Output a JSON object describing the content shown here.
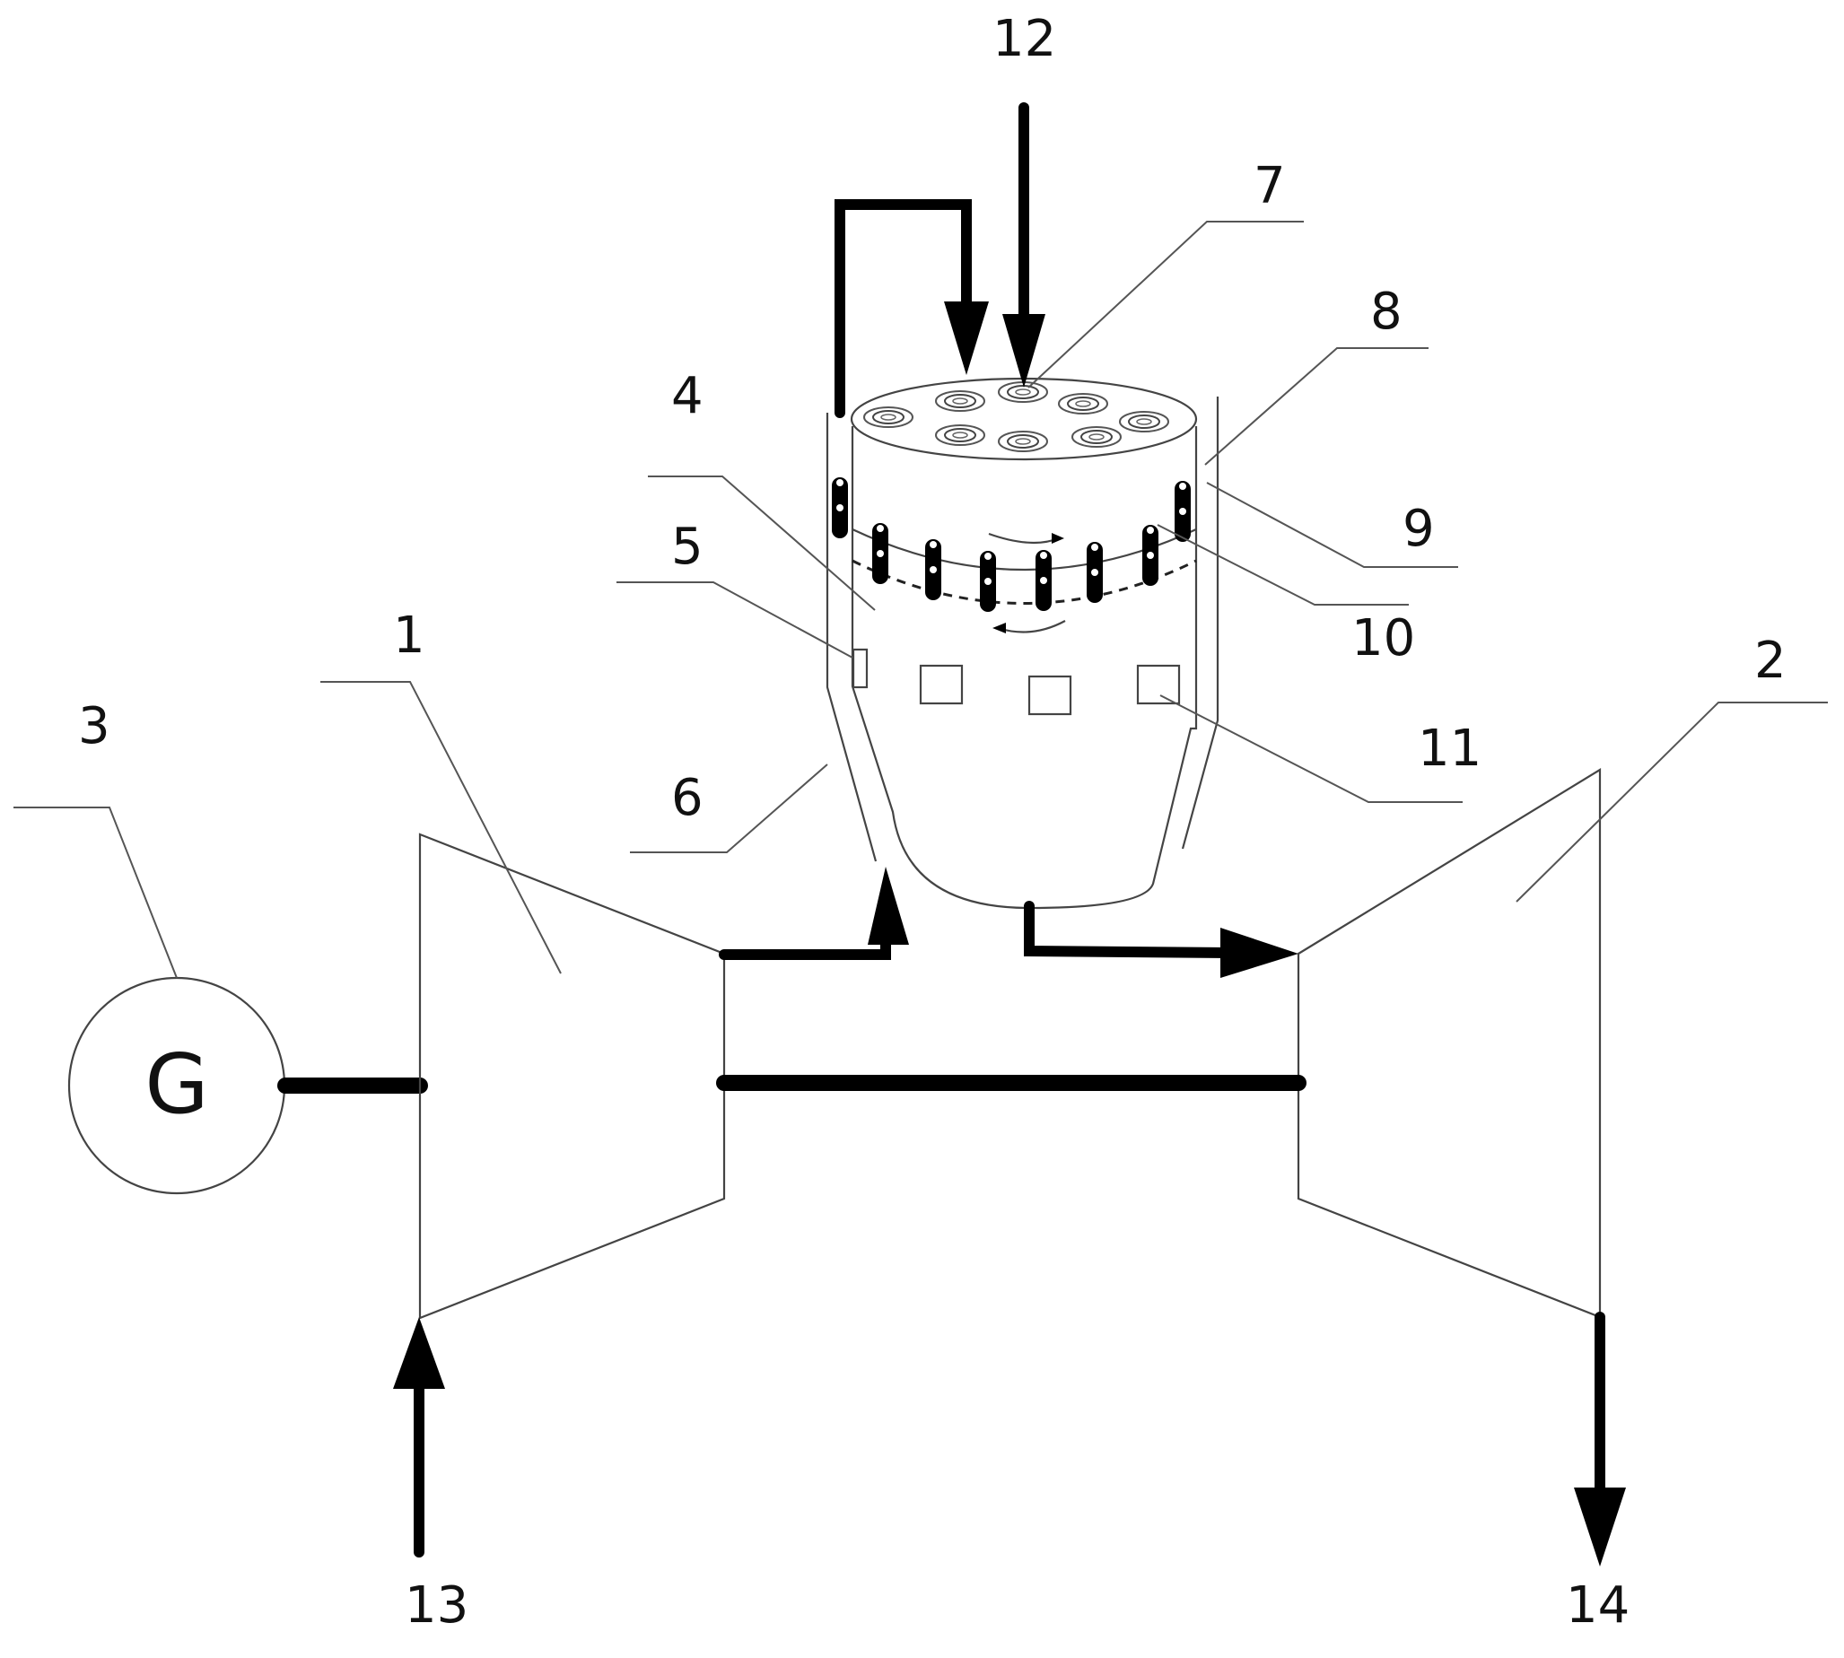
{
  "figure": {
    "type": "gas turbine combustion system schematic",
    "generator_symbol": "G",
    "labels": [
      {
        "id": "1",
        "text": "1",
        "refers_to": "compressor"
      },
      {
        "id": "2",
        "text": "2",
        "refers_to": "turbine"
      },
      {
        "id": "3",
        "text": "3",
        "refers_to": "generator"
      },
      {
        "id": "4",
        "text": "4",
        "refers_to": "flame-tube"
      },
      {
        "id": "5",
        "text": "5",
        "refers_to": "inner-liner-wall"
      },
      {
        "id": "6",
        "text": "6",
        "refers_to": "outer-casing"
      },
      {
        "id": "7",
        "text": "7",
        "refers_to": "fuel-nozzle"
      },
      {
        "id": "8",
        "text": "8",
        "refers_to": "upper-injector"
      },
      {
        "id": "9",
        "text": "9",
        "refers_to": "injector-hole"
      },
      {
        "id": "10",
        "text": "10",
        "refers_to": "lower-injector-ring"
      },
      {
        "id": "11",
        "text": "11",
        "refers_to": "dilution-hole"
      },
      {
        "id": "12",
        "text": "12",
        "refers_to": "fuel-inlet"
      },
      {
        "id": "13",
        "text": "13",
        "refers_to": "air-inlet"
      },
      {
        "id": "14",
        "text": "14",
        "refers_to": "exhaust-outlet"
      }
    ],
    "nozzle_count": 8,
    "injector_count": 8,
    "dilution_hole_count": 4,
    "flows": [
      {
        "name": "air-inlet-flow",
        "direction": "up"
      },
      {
        "name": "compressed-air-flow",
        "direction": "up"
      },
      {
        "name": "recirculated-air-flow",
        "direction": "down"
      },
      {
        "name": "fuel-flow",
        "direction": "down"
      },
      {
        "name": "hot-gas-flow",
        "direction": "right"
      },
      {
        "name": "exhaust-flow",
        "direction": "down"
      }
    ]
  }
}
